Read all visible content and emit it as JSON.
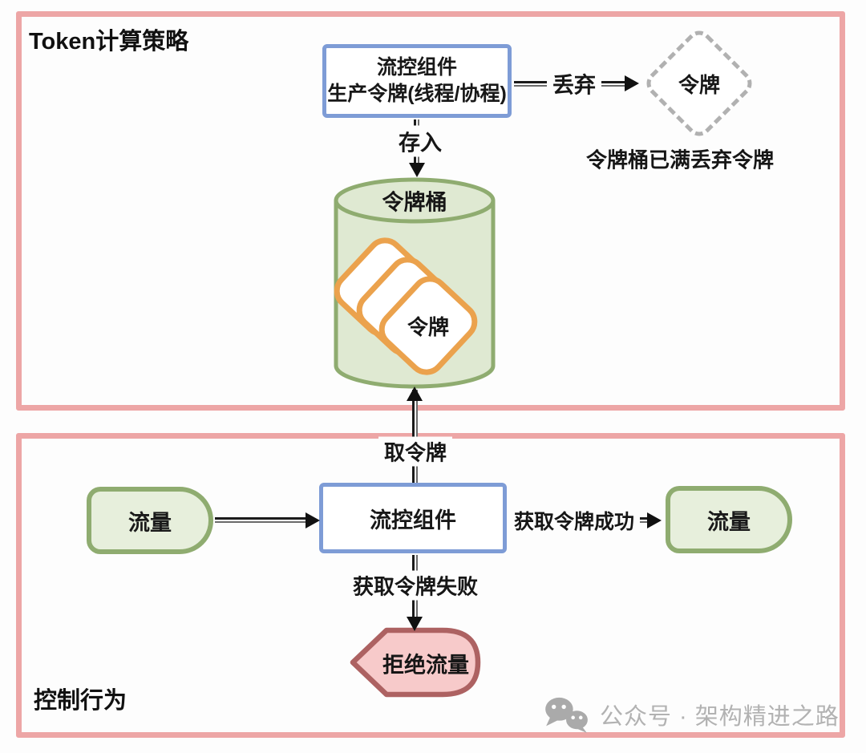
{
  "sections": {
    "token_strategy_title": "Token计算策略",
    "control_behavior_title": "控制行为"
  },
  "nodes": {
    "producer_line1": "流控组件",
    "producer_line2": "生产令牌(线程/协程)",
    "discarded_token_label": "令牌",
    "discard_caption": "令牌桶已满丢弃令牌",
    "bucket_label": "令牌桶",
    "token_label": "令牌",
    "controller_label": "流控组件",
    "traffic_in_label": "流量",
    "traffic_out_label": "流量",
    "reject_label": "拒绝流量"
  },
  "edges": {
    "discard_label": "丢弃",
    "store_label": "存入",
    "take_label": "取令牌",
    "success_label": "获取令牌成功",
    "fail_label": "获取令牌失败"
  },
  "watermark": {
    "text": "公众号 · 架构精进之路",
    "icon": "wechat-icon"
  },
  "colors": {
    "section_border": "#eda6a6",
    "component_border": "#7e9cd6",
    "bucket_border": "#8fac70",
    "bucket_fill": "#dfe9d2",
    "traffic_fill": "#e7efdc",
    "token_border": "#eba24d",
    "reject_border": "#ad6262",
    "reject_fill": "#f7caca",
    "dashed_token_border": "#b1b1b1",
    "arrow": "#1b1b1b",
    "watermark_gray": "#b2b2b2"
  }
}
